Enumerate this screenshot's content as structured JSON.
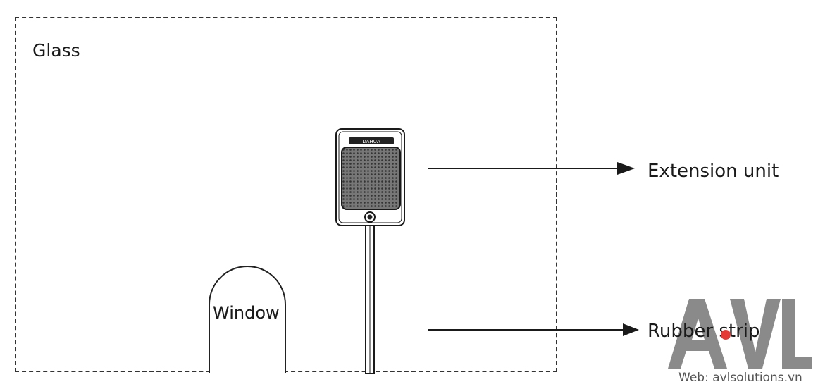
{
  "labels": {
    "glass": "Glass",
    "window": "Window",
    "extension_unit": "Extension unit",
    "rubber_strip": "Rubber strip"
  },
  "device": {
    "brand_text": "DAHUA"
  },
  "watermark": {
    "logo_text": "AVL",
    "web": "Web: avlsolutions.vn",
    "logo_color": "#8a8a8a",
    "dot_color": "#e53935"
  },
  "colors": {
    "line": "#1a1a1a",
    "speaker_grille": "#555555"
  }
}
